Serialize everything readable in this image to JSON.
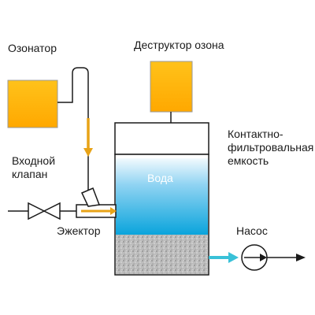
{
  "labels": {
    "ozonator": "Озонатор",
    "ozone_destructor": "Деструктор озона",
    "tank_line1": "Контактно-",
    "tank_line2": "фильтровальная",
    "tank_line3": "емкость",
    "inlet_valve_line1": "Входной",
    "inlet_valve_line2": "клапан",
    "water": "Вода",
    "ejector": "Эжектор",
    "pump": "Насос"
  },
  "colors": {
    "unit_fill": "#ffb300",
    "unit_fill_light": "#ffc21a",
    "water_top": "#e8f6fd",
    "water_bottom": "#0aa4dc",
    "filter_media": "#b9b9b9",
    "outlet_arrow": "#39c1d8",
    "ozone_arrow": "#e8a317",
    "line": "#1a1a1a"
  }
}
